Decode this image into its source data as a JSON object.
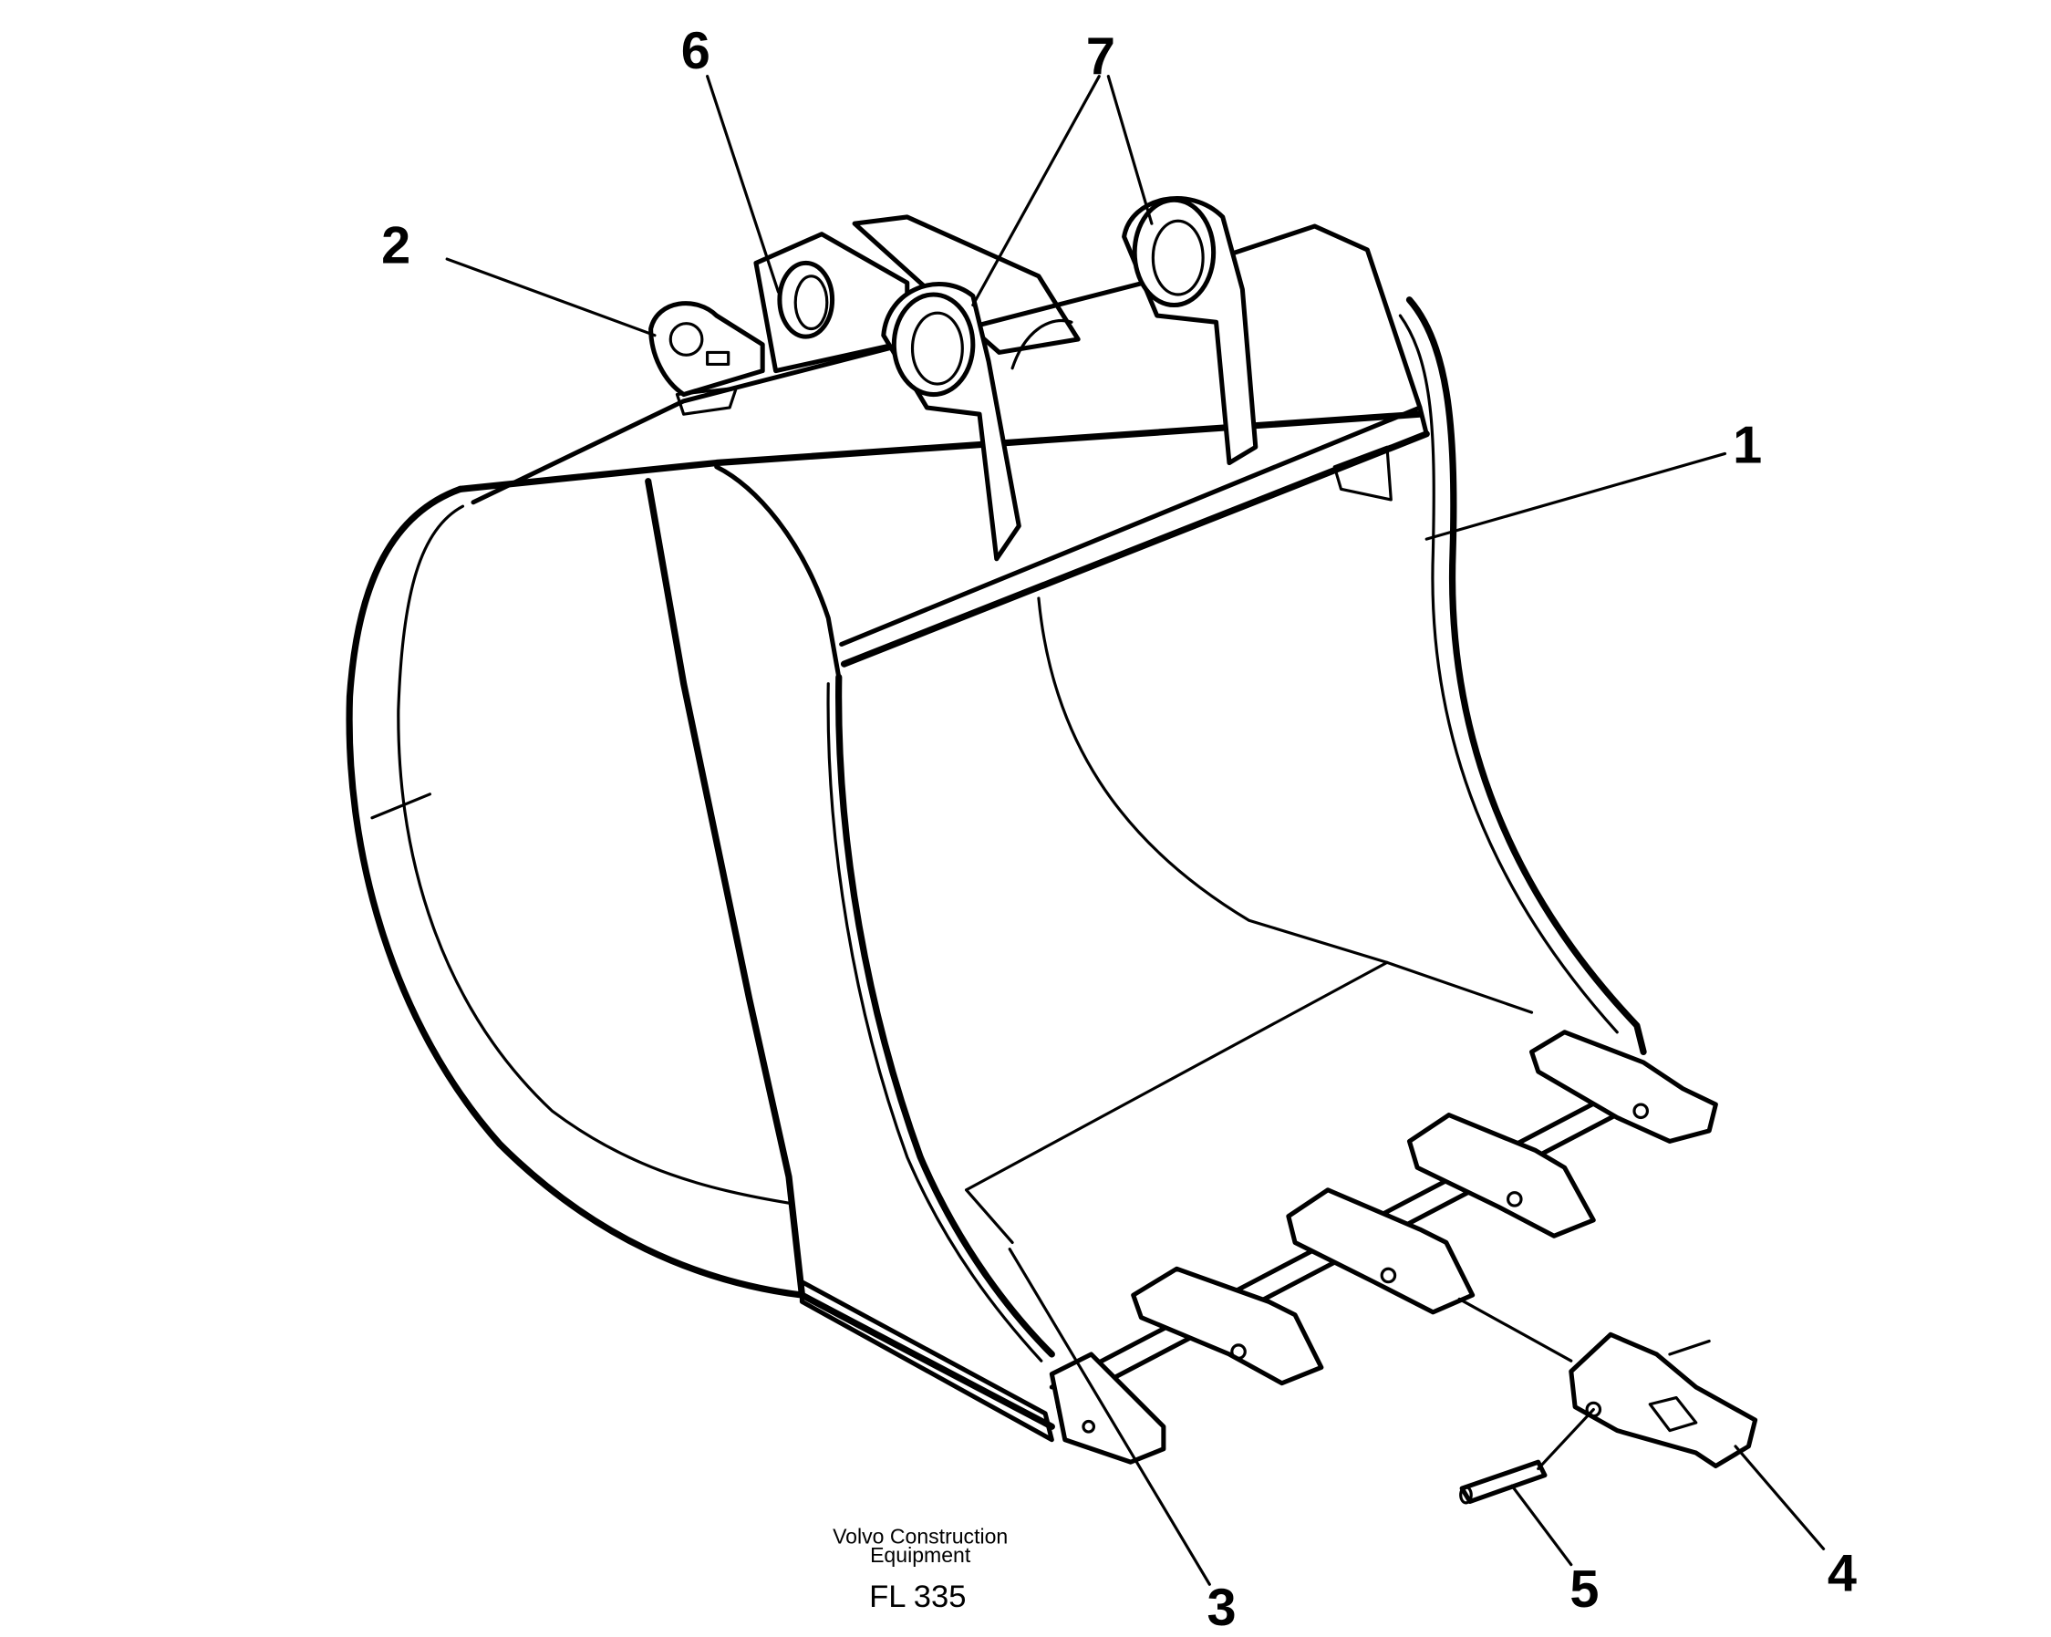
{
  "credit": {
    "line1": "Volvo Construction",
    "line2": "Equipment"
  },
  "figure_code": "FL 335",
  "callouts": [
    {
      "id": "1",
      "label": "1"
    },
    {
      "id": "2",
      "label": "2"
    },
    {
      "id": "3",
      "label": "3"
    },
    {
      "id": "4",
      "label": "4"
    },
    {
      "id": "5",
      "label": "5"
    },
    {
      "id": "6",
      "label": "6"
    },
    {
      "id": "7",
      "label": "7"
    }
  ]
}
